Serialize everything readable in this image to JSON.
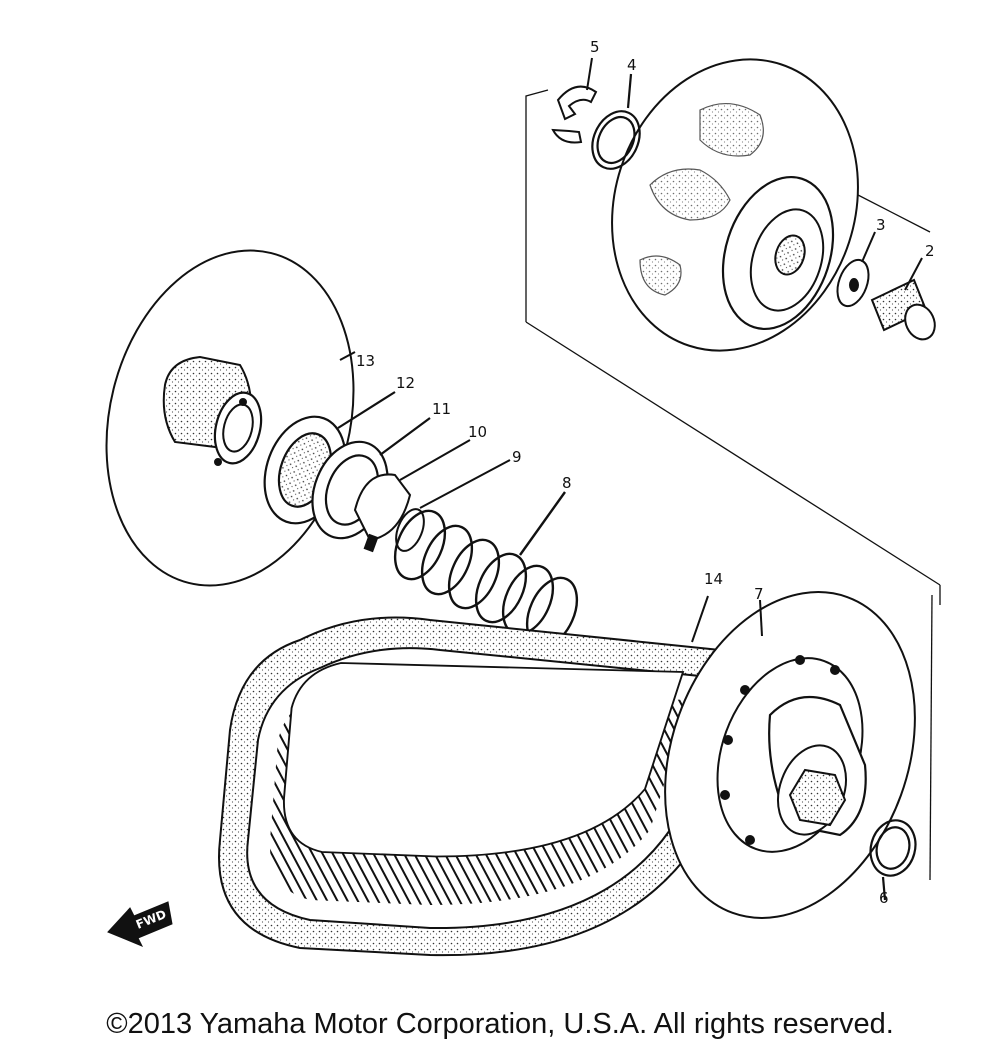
{
  "diagram": {
    "callouts": [
      {
        "id": "2",
        "label": "2"
      },
      {
        "id": "3",
        "label": "3"
      },
      {
        "id": "4",
        "label": "4"
      },
      {
        "id": "5",
        "label": "5"
      },
      {
        "id": "6",
        "label": "6"
      },
      {
        "id": "7",
        "label": "7"
      },
      {
        "id": "8",
        "label": "8"
      },
      {
        "id": "9",
        "label": "9"
      },
      {
        "id": "10",
        "label": "10"
      },
      {
        "id": "11",
        "label": "11"
      },
      {
        "id": "12",
        "label": "12"
      },
      {
        "id": "13",
        "label": "13"
      },
      {
        "id": "14",
        "label": "14"
      }
    ],
    "direction_marker": "FWD"
  },
  "footer": {
    "copyright": "©2013 Yamaha Motor Corporation, U.S.A. All rights reserved."
  },
  "colors": {
    "ink": "#111111",
    "paper": "#ffffff"
  }
}
